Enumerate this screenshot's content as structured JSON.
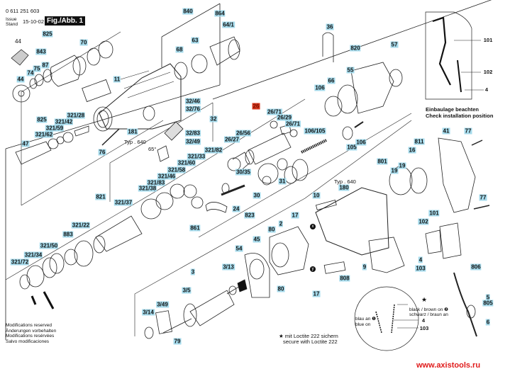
{
  "header": {
    "part_number": "0 611 251 603",
    "issue_label": "Issue",
    "stand_label": "Stand",
    "date": "15-10-02",
    "figure_label": "Fig./Abb. 1"
  },
  "callouts": [
    "825",
    "70",
    "843",
    "87",
    "75",
    "74",
    "44",
    "11",
    "840",
    "864",
    "64/1",
    "68",
    "63",
    "32/46",
    "32/76",
    "32",
    "32/83",
    "32/49",
    "181",
    "76",
    "825",
    "321/28",
    "321/42",
    "321/59",
    "321/62",
    "47",
    "26",
    "26/71",
    "26/29",
    "26/71",
    "26/56",
    "26/27",
    "321/82",
    "321/33",
    "321/60",
    "321/58",
    "321/46",
    "321/83",
    "321/38",
    "30/35",
    "31",
    "30",
    "24",
    "823",
    "861",
    "821",
    "321/37",
    "321/22",
    "883",
    "321/50",
    "321/34",
    "321/72",
    "54",
    "3/13",
    "3",
    "3/5",
    "3/49",
    "3/14",
    "79",
    "36",
    "820",
    "57",
    "55",
    "66",
    "106",
    "106/105",
    "105",
    "106",
    "41",
    "77",
    "811",
    "16",
    "801",
    "19",
    "19",
    "180",
    "10",
    "17",
    "2",
    "80",
    "45",
    "80",
    "17",
    "9",
    "808",
    "77",
    "101",
    "102",
    "4",
    "103",
    "806",
    "5",
    "805",
    "6"
  ],
  "highlight_color": "#d9381e",
  "callout_color": "#a6dbec",
  "plain_labels": {
    "top_44": "44",
    "typ_640_a": "Typ . 640",
    "angle": "65°",
    "typ_640_b": "Typ . 640",
    "marker_x": "x",
    "marker_y": "y"
  },
  "inset_top": {
    "labels": [
      "101",
      "102",
      "4"
    ],
    "note_de": "Einbaulage beachten",
    "note_en": "Check installation position"
  },
  "inset_bottom": {
    "black_brown_en": "black / brown on ❷",
    "black_brown_de": "schwarz / braun an",
    "blue_de": "blau an ❶",
    "blue_en": "blue on",
    "label_4": "4",
    "label_103": "103",
    "star": "★"
  },
  "loctite": {
    "de": "★ mit Loctite 222 sichern",
    "en": "secure with Loctite 222"
  },
  "modifications": [
    "Modifications reserved",
    "Änderungen vorbehalten",
    "Modifications resérvées",
    "Salvo modificaciones"
  ],
  "watermark": "www.axistools.ru"
}
